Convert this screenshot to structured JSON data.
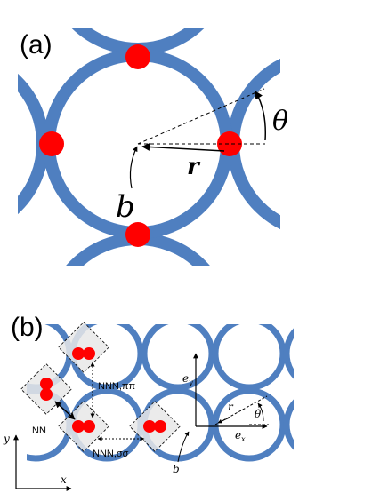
{
  "colors": {
    "ring": "#4f7fc0",
    "atom": "#ff0000",
    "cell_fill": "#e8e8e8",
    "line": "#000000"
  },
  "panel_a": {
    "label": "(a)",
    "theta_label": "θ",
    "r_label": "r",
    "b_label": "b"
  },
  "panel_b": {
    "label": "(b)",
    "nn_label": "NN",
    "nnn_pi_label": "NNN,ππ",
    "nnn_sigma_label": "NNN,σσ",
    "ey_label": "e",
    "ey_sub": "y",
    "ex_label": "e",
    "ex_sub": "x",
    "r_label": "r",
    "theta_label": "θ",
    "b_label": "b",
    "x_axis_label": "x",
    "y_axis_label": "y"
  }
}
